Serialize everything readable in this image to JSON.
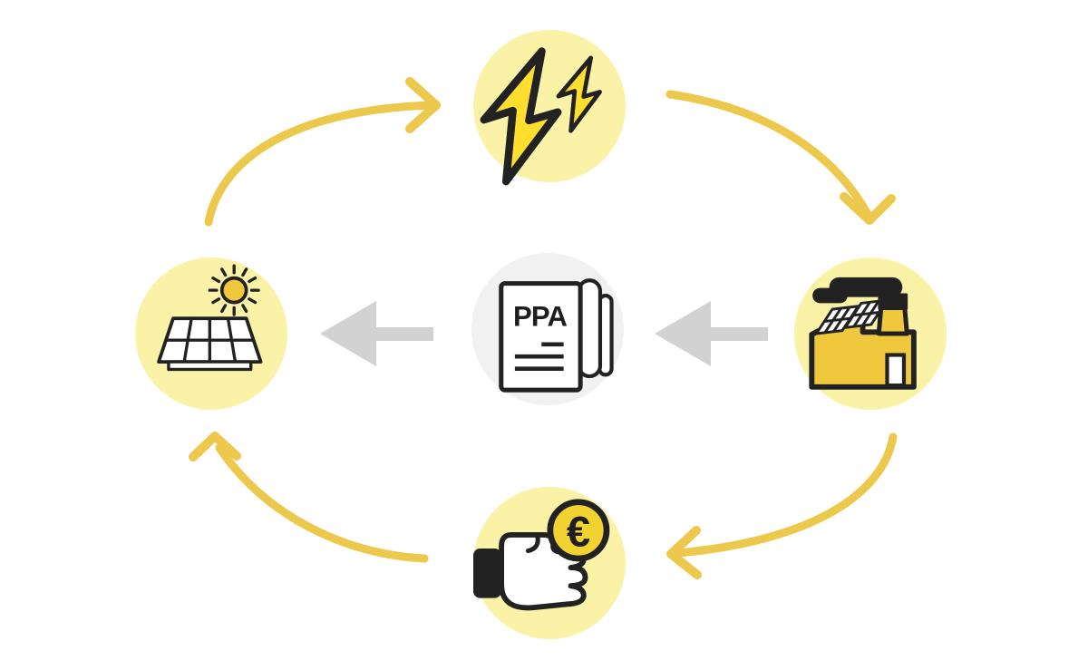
{
  "diagram": {
    "background": "#ffffff",
    "palette": {
      "node_circle_yellow": "#FAF2A6",
      "node_circle_gray": "#F1F1F1",
      "outline_dark": "#222222",
      "lightning_yellow": "#FFDE2E",
      "building_gold": "#EFC83E",
      "coin_yellow": "#F2D230",
      "cycle_arrow_yellow": "#ECC84D",
      "block_arrow_gray": "#D2D2D2"
    },
    "nodes": {
      "electricity": {
        "position": "top",
        "icon": "lightning-bolts-icon"
      },
      "consumer": {
        "position": "right",
        "icon": "factory-icon"
      },
      "payment": {
        "position": "bottom",
        "icon": "hand-euro-coin-icon",
        "symbol": "€"
      },
      "producer": {
        "position": "left",
        "icon": "solar-panel-sun-icon"
      },
      "contract": {
        "position": "center",
        "icon": "ppa-document-icon",
        "label": "PPA",
        "text_lines": 3
      }
    },
    "cycle_arrows": [
      {
        "from": "producer",
        "to": "electricity",
        "style": "curved",
        "color": "#ECC84D"
      },
      {
        "from": "electricity",
        "to": "consumer",
        "style": "curved",
        "color": "#ECC84D"
      },
      {
        "from": "consumer",
        "to": "payment",
        "style": "curved",
        "color": "#ECC84D"
      },
      {
        "from": "payment",
        "to": "producer",
        "style": "curved",
        "color": "#ECC84D"
      }
    ],
    "block_arrows": [
      {
        "from": "consumer",
        "to": "contract",
        "style": "solid-block",
        "color": "#D2D2D2"
      },
      {
        "from": "contract",
        "to": "producer",
        "style": "solid-block",
        "color": "#D2D2D2"
      }
    ]
  }
}
